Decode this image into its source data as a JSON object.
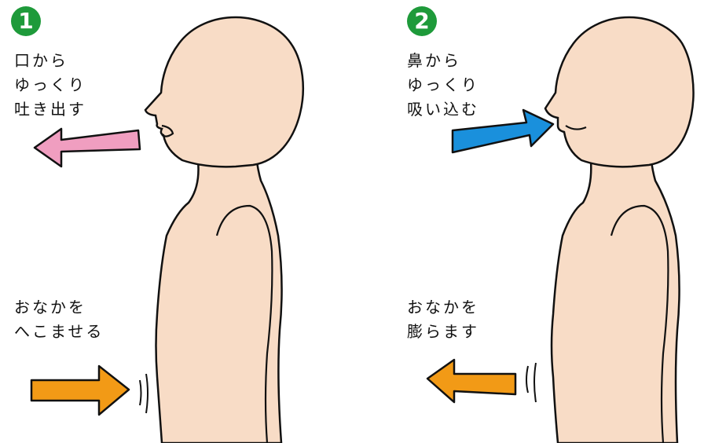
{
  "panel1": {
    "number": "1",
    "breath_label": [
      "口から",
      "ゆっくり",
      "吐き出す"
    ],
    "belly_label": [
      "おなかを",
      "へこませる"
    ]
  },
  "panel2": {
    "number": "2",
    "breath_label": [
      "鼻から",
      "ゆっくり",
      "吸い込む"
    ],
    "belly_label": [
      "おなかを",
      "膨らます"
    ]
  },
  "colors": {
    "badge": "#1e9a3a",
    "skin": "#f8dcc6",
    "exhale_arrow": "#f09ec0",
    "inhale_arrow": "#1a90dc",
    "belly_arrow": "#f29a16"
  }
}
